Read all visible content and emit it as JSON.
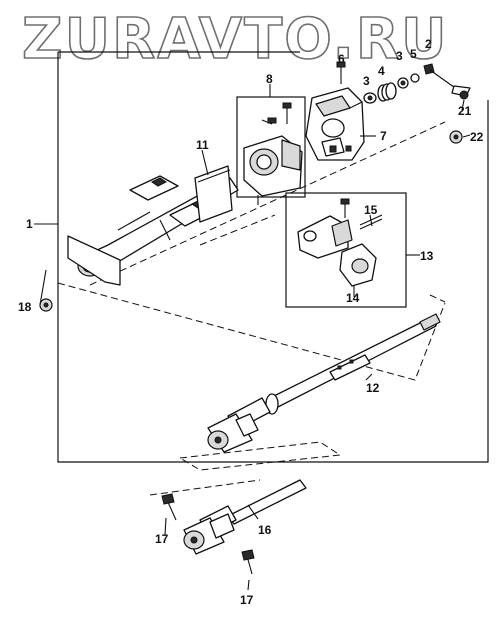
{
  "watermark": "ZURAVTO.RU",
  "callouts": {
    "c1": "1",
    "c2": "2",
    "c3a": "3",
    "c3b": "3",
    "c4": "4",
    "c5": "5",
    "c6": "6",
    "c7": "7",
    "c8": "8",
    "c11": "11",
    "c12": "12",
    "c13": "13",
    "c14": "14",
    "c15": "15",
    "c16": "16",
    "c17a": "17",
    "c17b": "17",
    "c18": "18",
    "c21": "21",
    "c22": "22"
  }
}
